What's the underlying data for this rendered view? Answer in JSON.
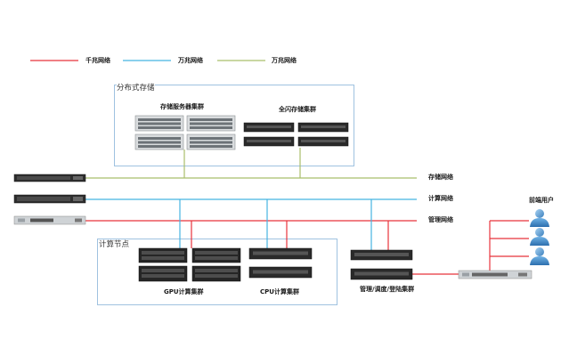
{
  "legend": {
    "items": [
      {
        "label": "千兆网络",
        "color": "#e8333b"
      },
      {
        "label": "万兆网络",
        "color": "#45b3e1"
      },
      {
        "label": "万兆网络",
        "color": "#a9bf6b"
      }
    ]
  },
  "groups": {
    "storage": {
      "title": "分布式存储"
    },
    "compute": {
      "title": "计算节点"
    }
  },
  "clusters": {
    "storage_servers": "存储服务器集群",
    "flash_storage": "全闪存储集群",
    "gpu": "GPU计算集群",
    "cpu": "CPU计算集群",
    "mgmt": "管理/调度/登陆集群"
  },
  "networks": {
    "storage": "存储网络",
    "compute": "计算网络",
    "management": "管理网络"
  },
  "users": {
    "label": "前端用户"
  },
  "colors": {
    "gigabit": "#e8333b",
    "tengig_blue": "#45b3e1",
    "tengig_green": "#a9bf6b",
    "box_border": "#9fc2e0"
  }
}
